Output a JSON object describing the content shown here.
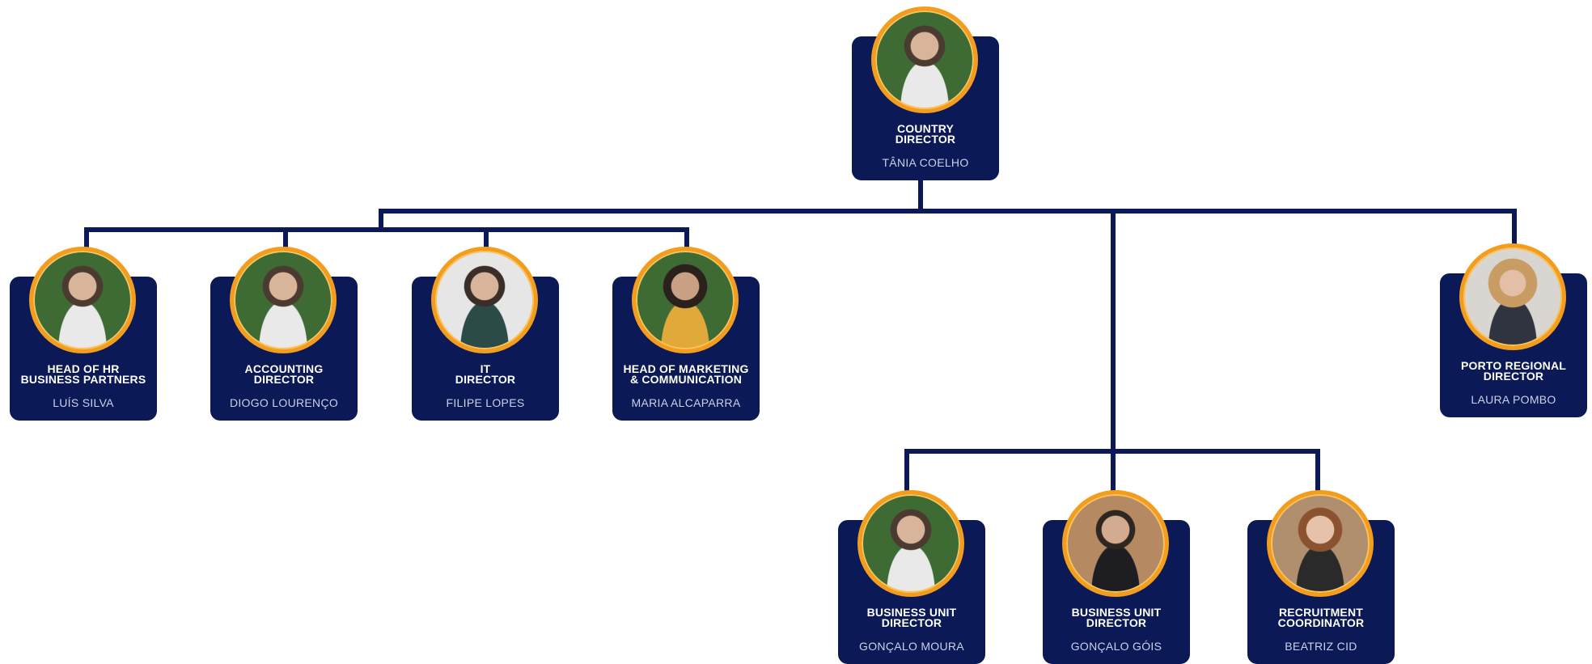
{
  "colors": {
    "card": "#0b1a56",
    "connector": "#0b1a56",
    "ring": "#f39c1e"
  },
  "nodes": {
    "country_director": {
      "title": "COUNTRY\nDIRECTOR",
      "name": "TÂNIA COELHO",
      "photo": "portrait-photo"
    },
    "hr": {
      "title": "HEAD OF HR\nBUSINESS PARTNERS",
      "name": "LUÍS SILVA",
      "photo": "portrait-photo"
    },
    "accounting": {
      "title": "ACCOUNTING\nDIRECTOR",
      "name": "DIOGO LOURENÇO",
      "photo": "portrait-photo"
    },
    "it": {
      "title": "IT\nDIRECTOR",
      "name": "FILIPE LOPES",
      "photo": "portrait-photo"
    },
    "marketing": {
      "title": "HEAD OF MARKETING\n& COMMUNICATION",
      "name": "MARIA ALCAPARRA",
      "photo": "portrait-photo"
    },
    "porto": {
      "title": "PORTO REGIONAL\nDIRECTOR",
      "name": "LAURA POMBO",
      "photo": "portrait-photo"
    },
    "bu1": {
      "title": "BUSINESS UNIT\nDIRECTOR",
      "name": "GONÇALO MOURA",
      "photo": "portrait-photo"
    },
    "bu2": {
      "title": "BUSINESS UNIT\nDIRECTOR",
      "name": "GONÇALO GÓIS",
      "photo": "portrait-photo"
    },
    "recruitment": {
      "title": "RECRUITMENT\nCOORDINATOR",
      "name": "BEATRIZ CID",
      "photo": "portrait-photo"
    }
  }
}
